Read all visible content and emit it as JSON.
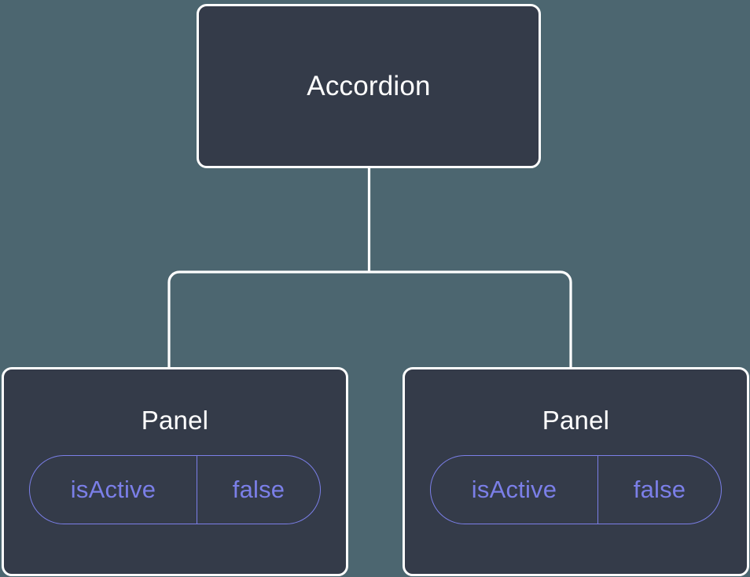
{
  "diagram": {
    "type": "component-tree",
    "background_color": "#4c6670",
    "node_fill_color": "#343b49",
    "node_border_color": "#ffffff",
    "connector_color": "#ffffff",
    "prop_accent_color": "#7b7fe8",
    "root": {
      "label": "Accordion"
    },
    "children": [
      {
        "label": "Panel",
        "props": [
          {
            "key": "isActive",
            "value": "false"
          }
        ]
      },
      {
        "label": "Panel",
        "props": [
          {
            "key": "isActive",
            "value": "false"
          }
        ]
      }
    ]
  }
}
